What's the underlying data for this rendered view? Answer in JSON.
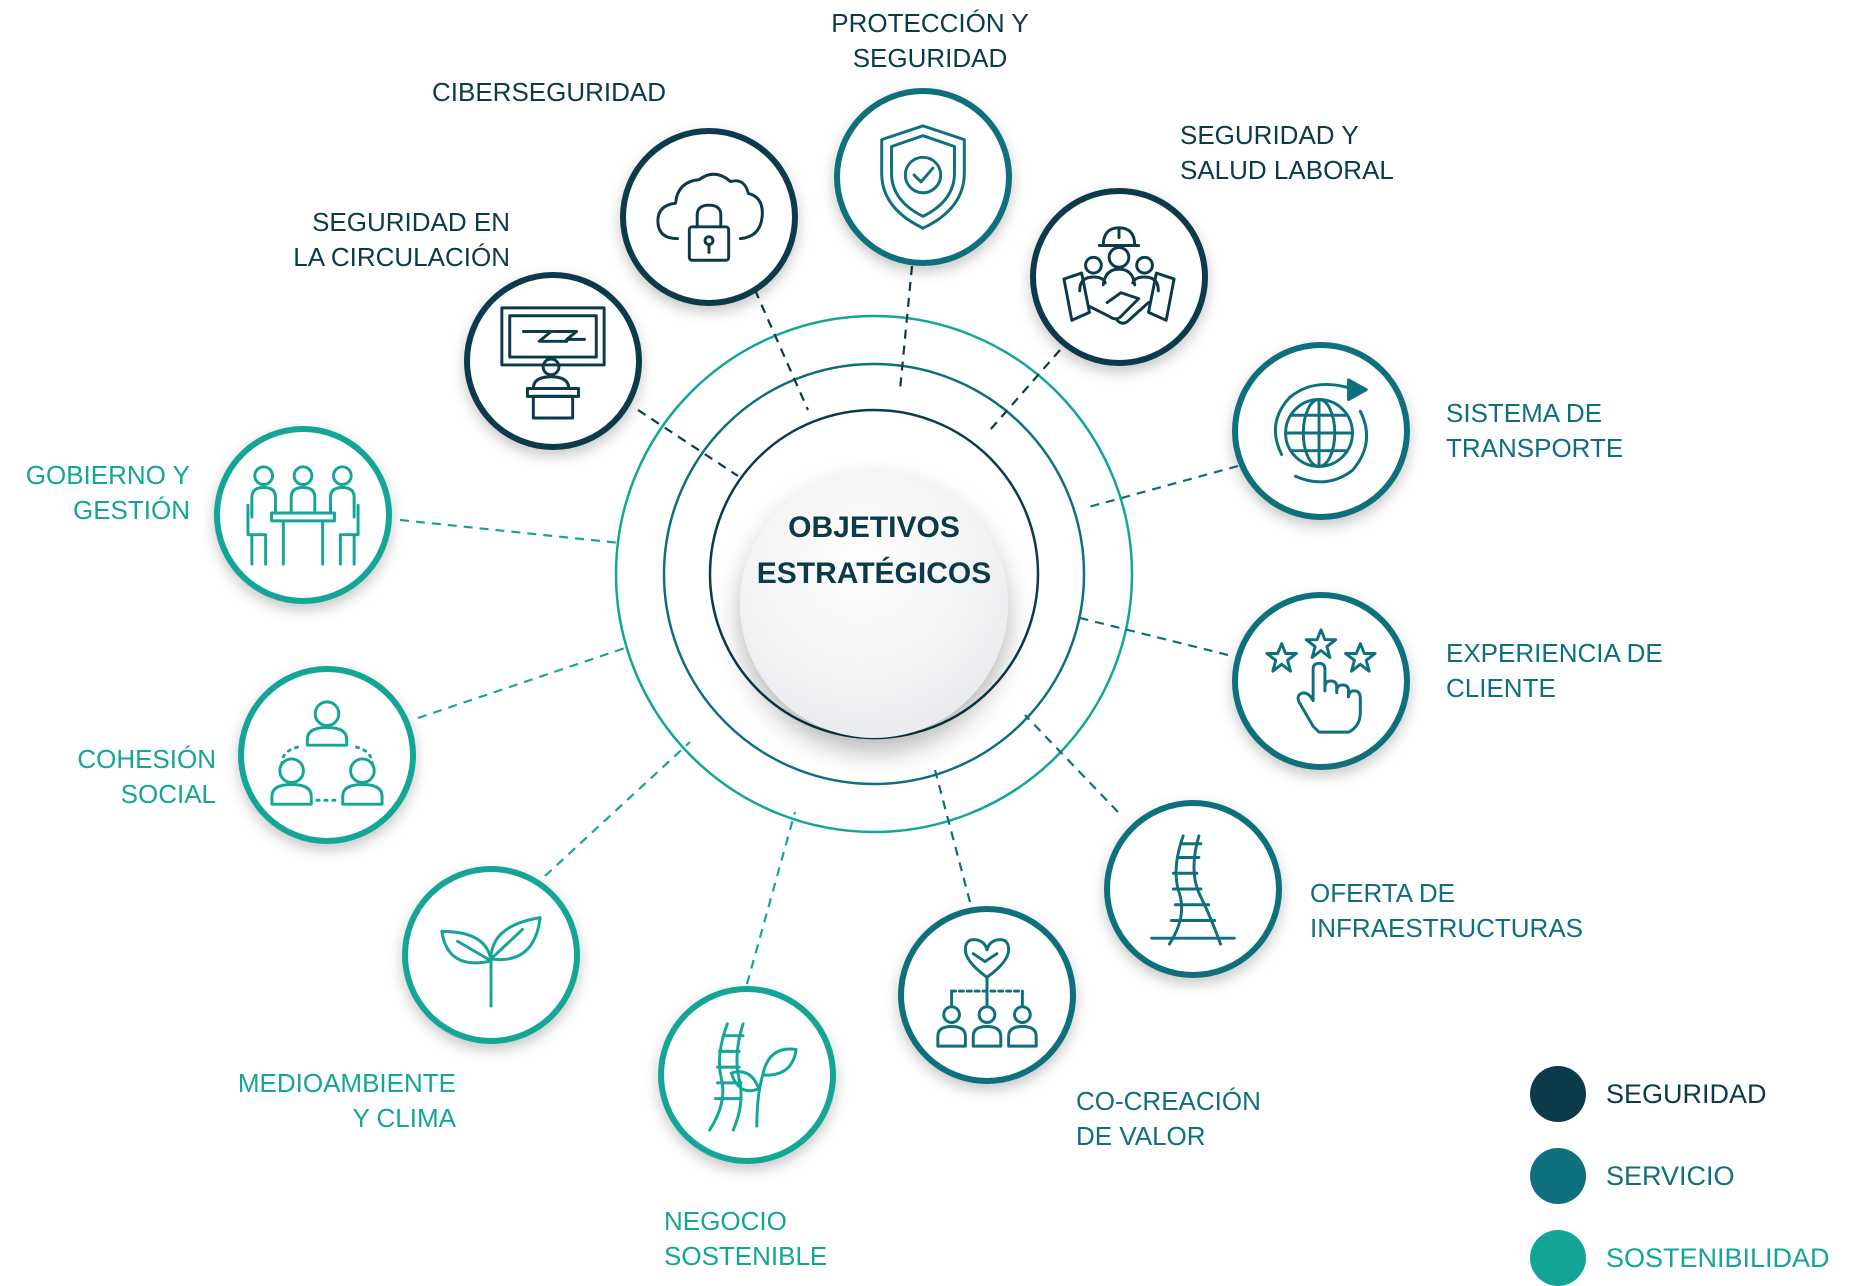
{
  "center": {
    "title_line1": "OBJETIVOS",
    "title_line2": "ESTRATÉGICOS"
  },
  "colors": {
    "seguridad": "#0b3a4a",
    "servicio": "#0e6f7d",
    "sostenibilidad": "#13a596"
  },
  "objectives": [
    {
      "id": "seguridad-circulacion",
      "category": "seguridad",
      "icon": "podium-screen-icon",
      "lines": [
        "SEGURIDAD EN",
        "LA CIRCULACIÓN"
      ]
    },
    {
      "id": "ciberseguridad",
      "category": "seguridad",
      "icon": "cloud-lock-icon",
      "lines": [
        "CIBERSEGURIDAD"
      ]
    },
    {
      "id": "proteccion-seguridad",
      "category": "seguridad",
      "icon": "shield-check-icon",
      "lines": [
        "PROTECCIÓN Y",
        "SEGURIDAD"
      ]
    },
    {
      "id": "seguridad-salud-laboral",
      "category": "seguridad",
      "icon": "workers-handshake-icon",
      "lines": [
        "SEGURIDAD Y",
        "SALUD LABORAL"
      ]
    },
    {
      "id": "sistema-transporte",
      "category": "servicio",
      "icon": "globe-refresh-icon",
      "lines": [
        "SISTEMA DE",
        "TRANSPORTE"
      ]
    },
    {
      "id": "experiencia-cliente",
      "category": "servicio",
      "icon": "stars-hand-icon",
      "lines": [
        "EXPERIENCIA DE",
        "CLIENTE"
      ]
    },
    {
      "id": "oferta-infraestructuras",
      "category": "servicio",
      "icon": "railway-track-icon",
      "lines": [
        "OFERTA DE",
        "INFRAESTRUCTURAS"
      ]
    },
    {
      "id": "co-creacion-valor",
      "category": "servicio",
      "icon": "heart-handshake-team-icon",
      "lines": [
        "CO-CREACIÓN",
        "DE VALOR"
      ]
    },
    {
      "id": "negocio-sostenible",
      "category": "sostenibilidad",
      "icon": "rail-leaves-icon",
      "lines": [
        "NEGOCIO",
        "SOSTENIBLE"
      ]
    },
    {
      "id": "medioambiente-clima",
      "category": "sostenibilidad",
      "icon": "sprout-icon",
      "lines": [
        "MEDIOAMBIENTE",
        "Y CLIMA"
      ]
    },
    {
      "id": "cohesion-social",
      "category": "sostenibilidad",
      "icon": "people-network-icon",
      "lines": [
        "COHESIÓN",
        "SOCIAL"
      ]
    },
    {
      "id": "gobierno-gestion",
      "category": "sostenibilidad",
      "icon": "meeting-table-icon",
      "lines": [
        "GOBIERNO Y",
        "GESTIÓN"
      ]
    }
  ],
  "legend": [
    {
      "label": "SEGURIDAD",
      "color": "#0b3a4a"
    },
    {
      "label": "SERVICIO",
      "color": "#0e6f7d"
    },
    {
      "label": "SOSTENIBILIDAD",
      "color": "#13a596"
    }
  ]
}
